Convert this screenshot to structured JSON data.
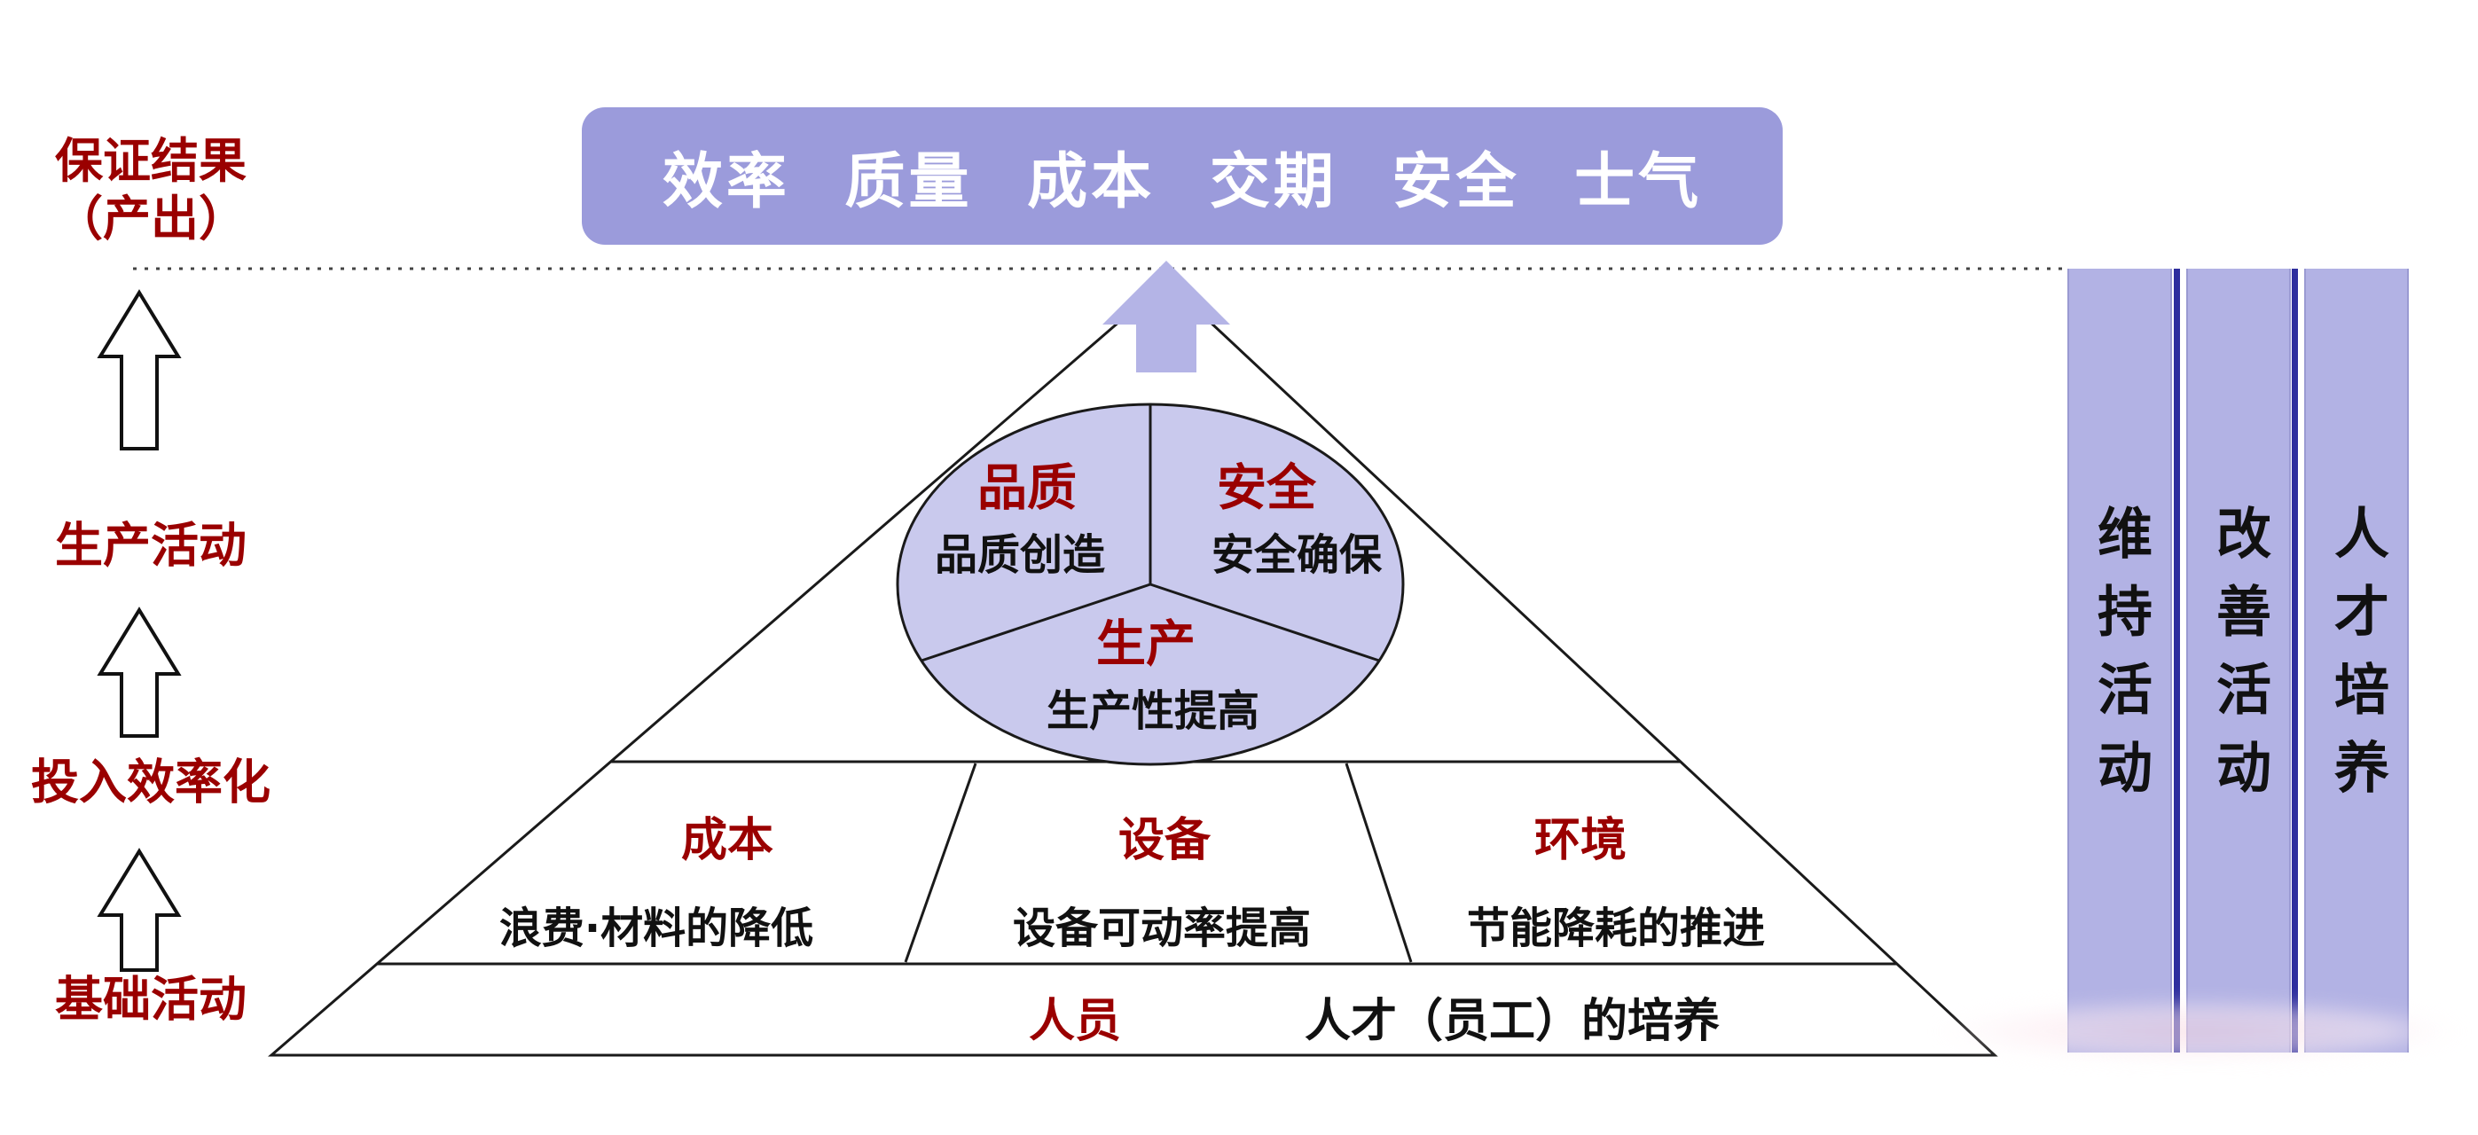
{
  "colors": {
    "banner_fill": "#9b9bdb",
    "circle_fill": "#c9c9ed",
    "column_fill": "#b2b2e4",
    "arrow_fill": "#b4b4e6",
    "accent_red": "#9a0000",
    "divider_navy": "#2e2e9e",
    "text_black": "#111111"
  },
  "banner": {
    "label": "效率 质量 成本 交期 安全 士气"
  },
  "left_axis": {
    "result_label": "保证结果\n（产出）",
    "stage_production": "生产活动",
    "stage_input_efficiency": "投入效率化",
    "stage_basic": "基础活动"
  },
  "pyramid": {
    "circle": {
      "quality": {
        "title": "品质",
        "subtitle": "品质创造"
      },
      "safety": {
        "title": "安全",
        "subtitle": "安全确保"
      },
      "production": {
        "title": "生产",
        "subtitle": "生产性提高"
      }
    },
    "middle_band": {
      "cost": {
        "title": "成本",
        "subtitle": "浪费·材料的降低"
      },
      "equipment": {
        "title": "设备",
        "subtitle": "设备可动率提高"
      },
      "environment": {
        "title": "环境",
        "subtitle": "节能降耗的推进"
      }
    },
    "base_band": {
      "title": "人员",
      "subtitle": "人才（员工）的培养"
    }
  },
  "right_banners": {
    "maintain": "维持活动",
    "improve": "改善活动",
    "talent": "人才培养"
  }
}
